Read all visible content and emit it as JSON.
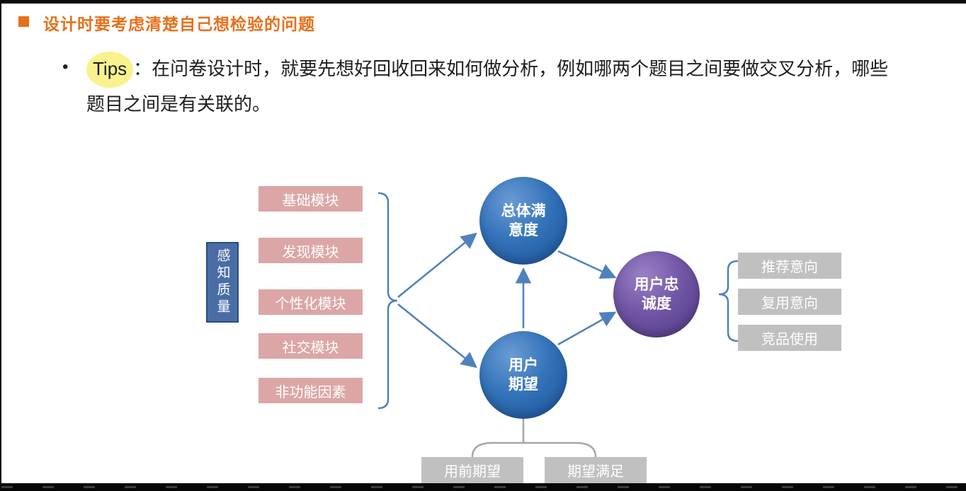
{
  "slide": {
    "title": "设计时要考虑清楚自己想检验的问题",
    "bullet": "•",
    "tip_label": "Tips",
    "tip_text": "：在问卷设计时，就要先想好回收回来如何做分析，例如哪两个题目之间要做交叉分析，哪些题目之间是有关联的。"
  },
  "diagram": {
    "quality_label": "感知质量",
    "modules": [
      "基础模块",
      "发现模块",
      "个性化模块",
      "社交模块",
      "非功能因素"
    ],
    "nodes": {
      "satisfaction": {
        "line1": "总体满",
        "line2": "意度"
      },
      "expectation": {
        "line1": "用户",
        "line2": "期望"
      },
      "loyalty": {
        "line1": "用户忠",
        "line2": "诚度"
      }
    },
    "loyalty_outputs": [
      "推荐意向",
      "复用意向",
      "竞品使用"
    ],
    "expectation_inputs": [
      "用前期望",
      "期望满足"
    ],
    "colors": {
      "title_orange": "#e8701a",
      "highlight_yellow": "#f5ee5a",
      "module_pink": "#dca6a6",
      "quality_blue": "#4a6da6",
      "circle_blue": "#2e6cb5",
      "circle_purple": "#6c51a1",
      "output_gray": "#c0c0c0",
      "connector_blue": "#4f81bd",
      "connector_gray": "#a6a6a6"
    }
  }
}
